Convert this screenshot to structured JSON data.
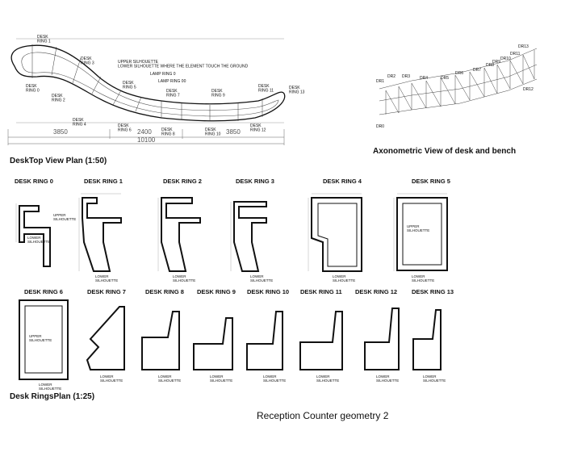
{
  "plan": {
    "title": "DeskTop View Plan (1:50)",
    "labels": {
      "r1": "DESK\nRING 1",
      "r0": "DESK\nRING 0",
      "r2": "DESK\nRING 2",
      "r3": "DESK\nRING 3",
      "r4": "DESK\nRING 4",
      "r5": "DESK\nRING 5",
      "r6": "DESK\nRING 6",
      "r7": "DESK\nRING 7",
      "r8": "DESK\nRING 8",
      "r9": "DESK\nRING 9",
      "r10": "DESK\nRING 10",
      "r11": "DESK\nRING 11",
      "r12": "DESK\nRING 12",
      "r13": "DESK\nRING 13",
      "upper": "UPPER SILHOUETTE\nLOWER SILHOUETTE WHERE THE ELEMENT TOUCH THE GROUND",
      "lamp": "LAMP RING 0",
      "lamp00": "LAMP RING 00"
    },
    "dims": {
      "a": "3850",
      "b": "2400",
      "c": "3850",
      "total": "10100"
    }
  },
  "axonometric": {
    "title": "Axonometric View of desk and bench",
    "labels": [
      "DR0",
      "DR1",
      "DR2",
      "DR3",
      "DR4",
      "DR5",
      "DR6",
      "DR7",
      "DR8",
      "DR9",
      "DR10",
      "DR11",
      "DR12",
      "DR13"
    ]
  },
  "rings_plan": {
    "title": "Desk RingsPlan (1:25)"
  },
  "rings": [
    "DESK RING 0",
    "DESK RING 1",
    "DESK RING 2",
    "DESK RING 3",
    "DESK RING 4",
    "DESK RING 5",
    "DESK RING 6",
    "DESK RING 7",
    "DESK RING 8",
    "DESK RING 9",
    "DESK RING 10",
    "DESK RING 11",
    "DESK RING 12",
    "DESK RING 13"
  ],
  "ring_notes": {
    "upper": "UPPER\nSILHOUETTE",
    "lower": "LOWER\nSILHOUETTE"
  },
  "caption": "Reception Counter geometry 2"
}
